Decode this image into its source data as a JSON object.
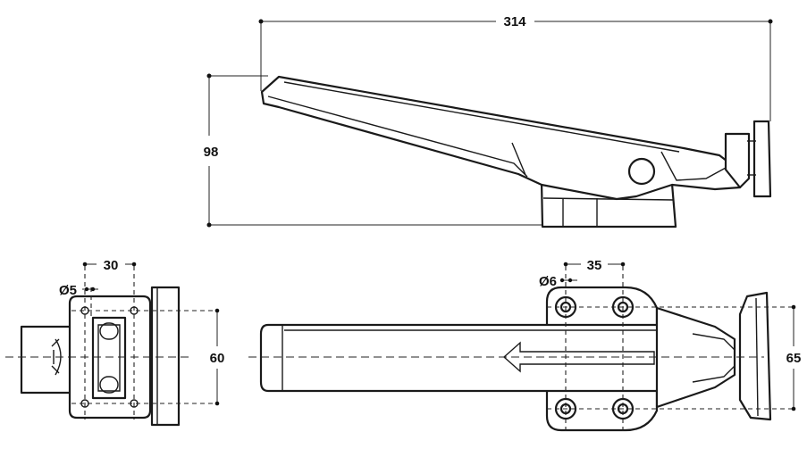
{
  "dimensions": {
    "overall_length": "314",
    "height": "98",
    "hole_spacing_small": "30",
    "hole_diameter_small": "Ø5",
    "flange_height_small": "60",
    "hole_spacing_large": "35",
    "hole_diameter_large": "Ø6",
    "flange_height_large": "65"
  }
}
